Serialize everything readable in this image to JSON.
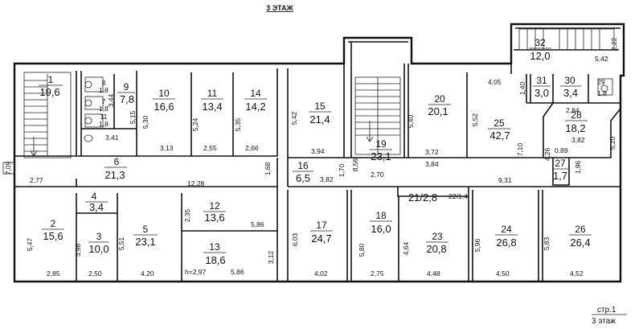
{
  "title": "3 ЭТАЖ",
  "page": {
    "line1": "стр.1",
    "line2": "3 этаж"
  },
  "rooms": [
    {
      "id": "1",
      "area": "19,6"
    },
    {
      "id": "2",
      "area": "15,6"
    },
    {
      "id": "3",
      "area": "10,0"
    },
    {
      "id": "4",
      "area": "3,4"
    },
    {
      "id": "5",
      "area": "23,1"
    },
    {
      "id": "6",
      "area": "21,3"
    },
    {
      "id": "7",
      "area": "1,8"
    },
    {
      "id": "8",
      "area": "1,8"
    },
    {
      "id": "9",
      "area": "7,8"
    },
    {
      "id": "10",
      "area": "16,6"
    },
    {
      "id": "11",
      "area": "13,4"
    },
    {
      "id": "12",
      "area": "13,6"
    },
    {
      "id": "13",
      "area": "18,6"
    },
    {
      "id": "14",
      "area": "14,2"
    },
    {
      "id": "15",
      "area": "21,4"
    },
    {
      "id": "16",
      "area": "6,5"
    },
    {
      "id": "17",
      "area": "24,7"
    },
    {
      "id": "18",
      "area": "16,0"
    },
    {
      "id": "19",
      "area": "23,1"
    },
    {
      "id": "20",
      "area": "20,1"
    },
    {
      "id": "21",
      "area": "2,8"
    },
    {
      "id": "22",
      "area": "1,4"
    },
    {
      "id": "23",
      "area": "20,8"
    },
    {
      "id": "24",
      "area": "26,8"
    },
    {
      "id": "25",
      "area": "42,7"
    },
    {
      "id": "26",
      "area": "26,4"
    },
    {
      "id": "27",
      "area": "1,7"
    },
    {
      "id": "28",
      "area": "18,2"
    },
    {
      "id": "29",
      "area": "1,8"
    },
    {
      "id": "30",
      "area": "3,4"
    },
    {
      "id": "31",
      "area": "3,0"
    },
    {
      "id": "32",
      "area": "12,0"
    },
    {
      "id": "11",
      "area": "1,8"
    }
  ],
  "inline_labels": [
    "21/2,8",
    "22/1,4"
  ],
  "dimensions": [
    "7,09",
    "2,77",
    "5,47",
    "2,85",
    "3,98",
    "2,50",
    "5,51",
    "4,20",
    "3,44",
    "5,15",
    "3,41",
    "5,30",
    "3,13",
    "5,24",
    "2,55",
    "5,35",
    "2,66",
    "12,28",
    "2,35",
    "5,86",
    "h=2,97",
    "5,86",
    "3,12",
    "1,68",
    "5,42",
    "3,94",
    "3,82",
    "1,70",
    "6,03",
    "4,02",
    "8,56",
    "2,70",
    "5,80",
    "2,75",
    "5,40",
    "3,72",
    "3,84",
    "4,64",
    "4,48",
    "4,05",
    "5,52",
    "7,10",
    "9,31",
    "5,96",
    "4,50",
    "1,40",
    "4,26",
    "0,89",
    "1,96",
    "3,82",
    "5,20",
    "2,84",
    "5,83",
    "4,52",
    "2,22",
    "5,42"
  ]
}
